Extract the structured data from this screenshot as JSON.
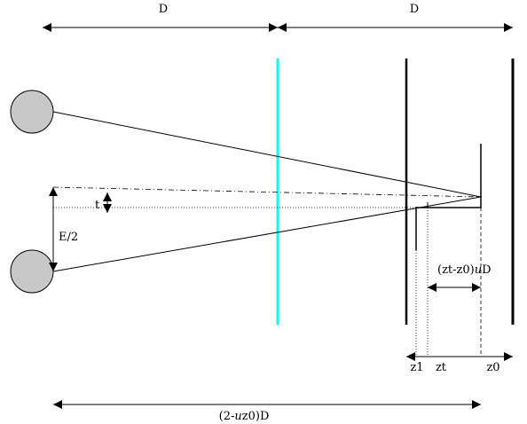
{
  "labels": {
    "d_left": "D",
    "d_right": "D",
    "t": "t",
    "e_half": "E/2",
    "zt_z0_prefix": "(zt-z0)",
    "zt_z0_u": "u",
    "zt_z0_suffix": "D",
    "z1": "z1",
    "zt": "zt",
    "z0": "z0",
    "bottom_prefix": "(2-",
    "bottom_u": "u",
    "bottom_suffix": "z0)D"
  },
  "colors": {
    "background": "#ffffff",
    "ink": "#000000",
    "eye_fill": "#c8c8c8",
    "screen": "#00ffff"
  }
}
